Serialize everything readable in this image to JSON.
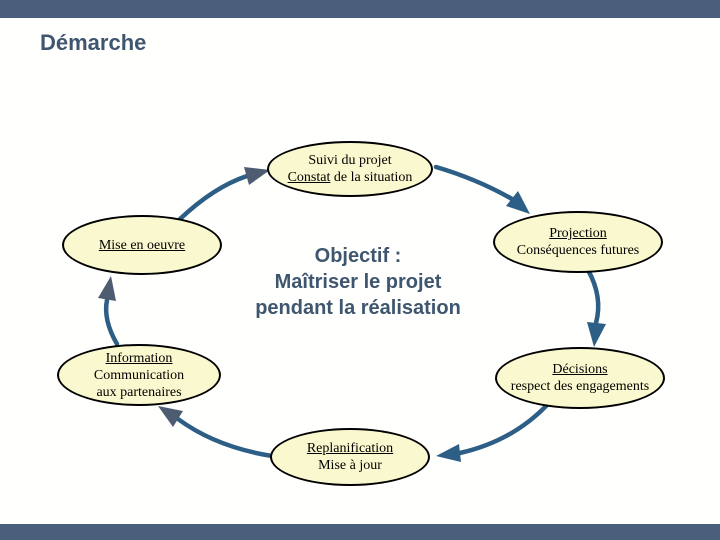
{
  "slide": {
    "title": "Démarche",
    "objective": {
      "line1": "Objectif :",
      "line2": "Maîtriser le projet",
      "line3": "pendant la réalisation"
    },
    "nodes": {
      "suivi": {
        "line1": "Suivi du projet",
        "line2_underlined": "Constat",
        "line2_rest": " de la situation"
      },
      "mise": {
        "line1_underlined": "Mise en oeuvre"
      },
      "projection": {
        "line1_underlined": "Projection",
        "line2": "Conséquences futures"
      },
      "decisions": {
        "line1_underlined": "Décisions",
        "line2": "respect des engagements"
      },
      "replanification": {
        "line1_underlined": "Replanification",
        "line2": "Mise à jour"
      },
      "information": {
        "line1_underlined": "Information",
        "line2": "Communication",
        "line3": "aux partenaires"
      }
    },
    "cycle_arrows": [
      {
        "from": "mise-en-oeuvre",
        "to": "suivi-du-projet"
      },
      {
        "from": "suivi-du-projet",
        "to": "projection"
      },
      {
        "from": "projection",
        "to": "decisions"
      },
      {
        "from": "decisions",
        "to": "replanification"
      },
      {
        "from": "replanification",
        "to": "information"
      },
      {
        "from": "information",
        "to": "mise-en-oeuvre"
      }
    ],
    "colors": {
      "bar": "#4A5F7B",
      "title_text": "#3F566F",
      "objective_text": "#3F566F",
      "ellipse_fill": "#FAF8CE",
      "ellipse_border": "#000000",
      "arrow_line": "#2D5E86",
      "arrow_head_blue": "#2D5E86",
      "arrow_head_gray": "#4E5C72"
    }
  }
}
